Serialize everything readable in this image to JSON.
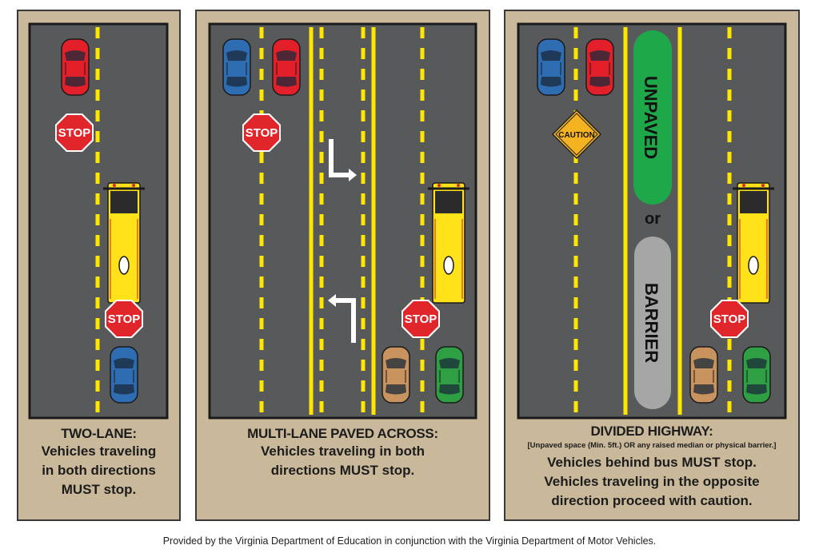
{
  "panels": [
    {
      "heading": "TWO-LANE:",
      "line1": "Vehicles traveling",
      "line2": "in both directions",
      "line3_bold": "MUST",
      "line3_rest": " stop."
    },
    {
      "heading": "MULTI-LANE PAVED ACROSS:",
      "line1": "Vehicles traveling in both",
      "line2_pre": "directions ",
      "line2_bold": "MUST",
      "line2_rest": " stop."
    },
    {
      "heading": "DIVIDED HIGHWAY:",
      "note": "[Unpaved space (Min. 5ft.) OR any raised median or physical barrier.]",
      "line1_pre": "Vehicles behind bus ",
      "line1_bold": "MUST",
      "line1_rest": " stop.",
      "line2": "Vehicles traveling in the opposite",
      "line3": "direction proceed with caution."
    }
  ],
  "signs": {
    "stop": "STOP",
    "caution": "CAUTION",
    "unpaved": "UNPAVED",
    "or": "or",
    "barrier": "BARRIER"
  },
  "footer": "Provided by the Virginia Department of Education in conjunction with the Virginia Department of Motor Vehicles.",
  "colors": {
    "road": "#58595b",
    "panel": "#c9b99a",
    "lane_yellow": "#ffe600",
    "stop_red": "#e0262b",
    "bus_yellow": "#ffe21a",
    "car_red": "#e3202a",
    "car_blue": "#2f6db3",
    "car_tan": "#c8935e",
    "car_green": "#2ea043",
    "median_green": "#1fa84a",
    "barrier_gray": "#a6a6a6"
  },
  "icons": [
    "stop-sign-icon",
    "caution-sign-icon",
    "school-bus-icon",
    "car-icon",
    "turn-arrow-icon"
  ]
}
